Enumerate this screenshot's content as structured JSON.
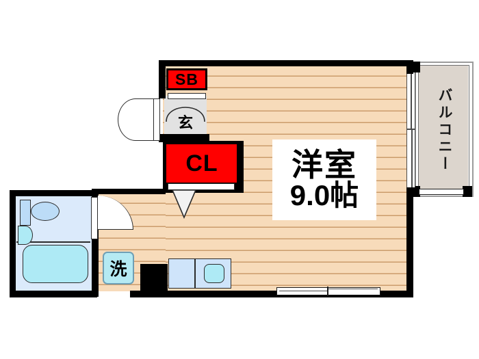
{
  "plan": {
    "type": "japanese-apartment-floorplan",
    "background_color": "#ffffff",
    "wall_color": "#000000",
    "floor_color": "#f7dbba",
    "accent_color": "#ff0000",
    "bath_floor_color": "#dbeafb",
    "entry_floor_color": "#e2e2e2",
    "balcony_floor_color": "#dcd5cd"
  },
  "rooms": {
    "main_room": {
      "name_label": "洋室",
      "size_label": "9.0帖",
      "size_value": 9.0,
      "size_unit": "帖"
    },
    "balcony": {
      "label": "バルコニー"
    },
    "entrance": {
      "label": "玄"
    },
    "closet": {
      "label": "CL"
    },
    "shoe_box": {
      "label": "SB"
    },
    "washer": {
      "label": "洗"
    }
  },
  "fixtures": {
    "toilet": "toilet-fixture",
    "basin": "wash-basin-fixture",
    "bathtub": "bathtub-fixture",
    "kitchen_sink": "kitchen-sink-fixture",
    "kitchen_counter": "kitchen-counter"
  }
}
